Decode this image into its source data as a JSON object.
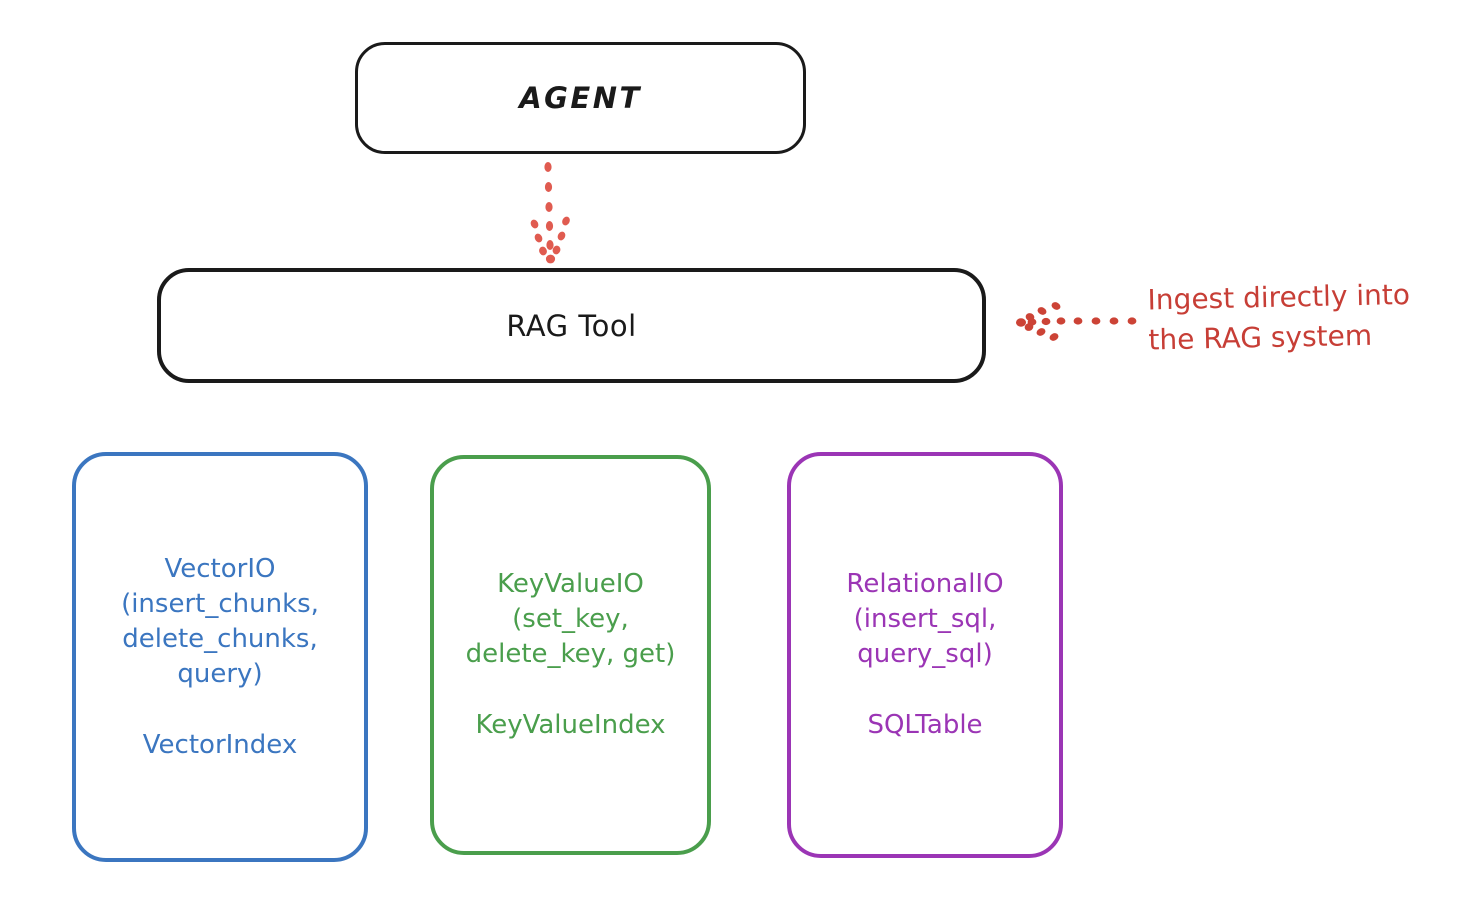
{
  "diagram": {
    "title_node": {
      "label": "AGENT"
    },
    "tool_node": {
      "label": "RAG Tool"
    },
    "leaf_nodes": [
      {
        "id": "vector",
        "io_label": "VectorIO\n(insert_chunks,\ndelete_chunks,\nquery)",
        "index_label": "VectorIndex",
        "color": "#3b76c0"
      },
      {
        "id": "keyvalue",
        "io_label": "KeyValueIO\n(set_key,\ndelete_key, get)",
        "index_label": "KeyValueIndex",
        "color": "#4a9e4c"
      },
      {
        "id": "relational",
        "io_label": "RelationalIO\n(insert_sql,\nquery_sql)",
        "index_label": "SQLTable",
        "color": "#9b35b5"
      }
    ],
    "annotations": [
      {
        "id": "ingest",
        "text": "Ingest directly into\nthe RAG system",
        "color": "#c73e36"
      }
    ],
    "connectors": [
      {
        "id": "agent-to-rag",
        "style": "dotted",
        "direction": "down",
        "color": "#e05b50"
      },
      {
        "id": "ingest-to-rag",
        "style": "dotted",
        "direction": "left",
        "color": "#cc4336"
      }
    ],
    "colors": {
      "background": "#ffffff",
      "stroke_black": "#1a1a1a",
      "accent_red": "#c73e36",
      "accent_blue": "#3b76c0",
      "accent_green": "#4a9e4c",
      "accent_purple": "#9b35b5"
    }
  }
}
